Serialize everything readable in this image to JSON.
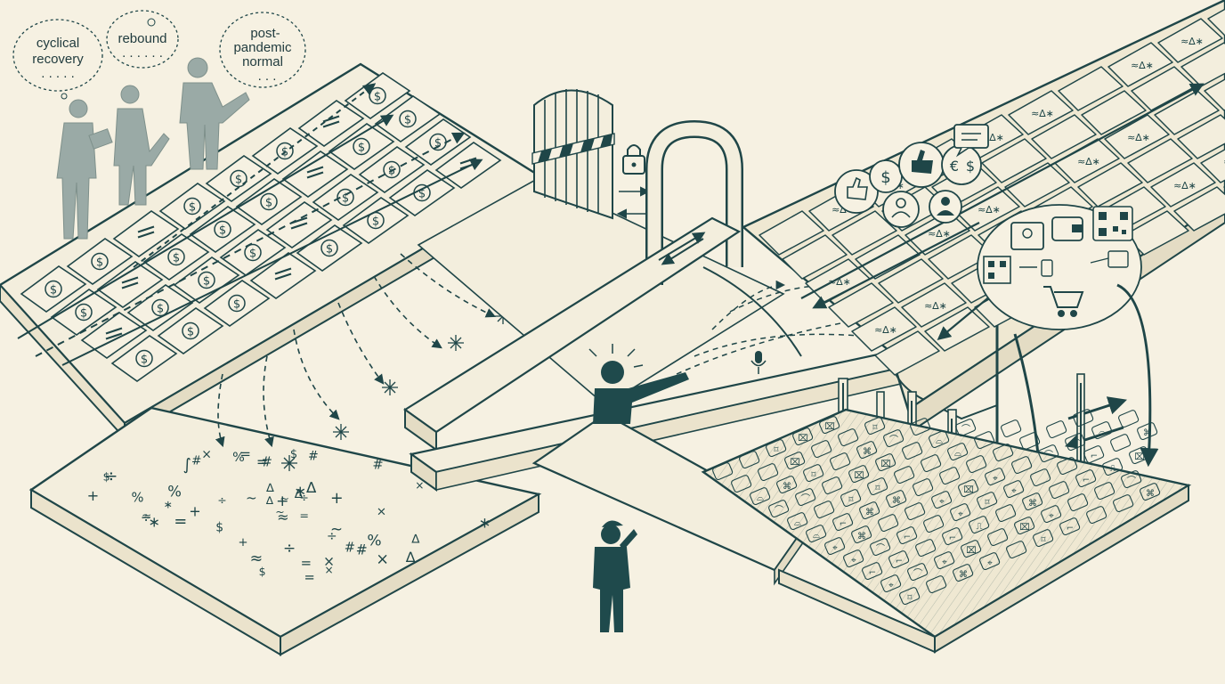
{
  "speech_bubbles": [
    {
      "lines": [
        "cyclical",
        "recovery"
      ]
    },
    {
      "lines": [
        "rebound"
      ]
    },
    {
      "lines": [
        "post-",
        "pandemic",
        "normal"
      ]
    }
  ],
  "colors": {
    "background": "#f6f1e2",
    "ink": "#1f4648",
    "figure_teal": "#1f4a4c",
    "commentator_gray": "#9aaaa6",
    "slab_fill": "#f3eedd"
  },
  "icons": [
    "dollar-icon",
    "lock-icon",
    "microphone-icon",
    "thumbs-up-icon",
    "shopping-cart-icon",
    "qr-code-icon",
    "wallet-icon",
    "euro-icon",
    "chat-icon",
    "person-icon"
  ]
}
